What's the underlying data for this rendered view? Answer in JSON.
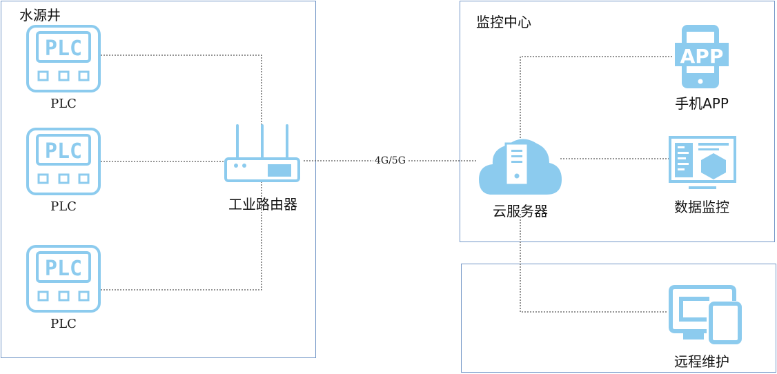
{
  "colors": {
    "icon_blue": "#8ccbee",
    "border": "#6f94c6",
    "line": "#555555"
  },
  "groups": {
    "water_well": {
      "title": "水源井"
    },
    "monitoring_center": {
      "title": "监控中心"
    }
  },
  "nodes": {
    "plc_1": {
      "label": "PLC",
      "icon_text": "PLC"
    },
    "plc_2": {
      "label": "PLC",
      "icon_text": "PLC"
    },
    "plc_3": {
      "label": "PLC",
      "icon_text": "PLC"
    },
    "router": {
      "label": "工业路由器"
    },
    "cloud_server": {
      "label": "云服务器"
    },
    "mobile_app": {
      "label": "手机APP",
      "icon_text": "APP"
    },
    "data_monitor": {
      "label": "数据监控"
    },
    "remote_maintenance": {
      "label": "远程维护"
    }
  },
  "links": {
    "router_cloud": "4G/5G"
  },
  "icons": [
    "plc-icon",
    "router-icon",
    "cloud-server-icon",
    "mobile-app-icon",
    "monitor-icon",
    "remote-devices-icon"
  ]
}
